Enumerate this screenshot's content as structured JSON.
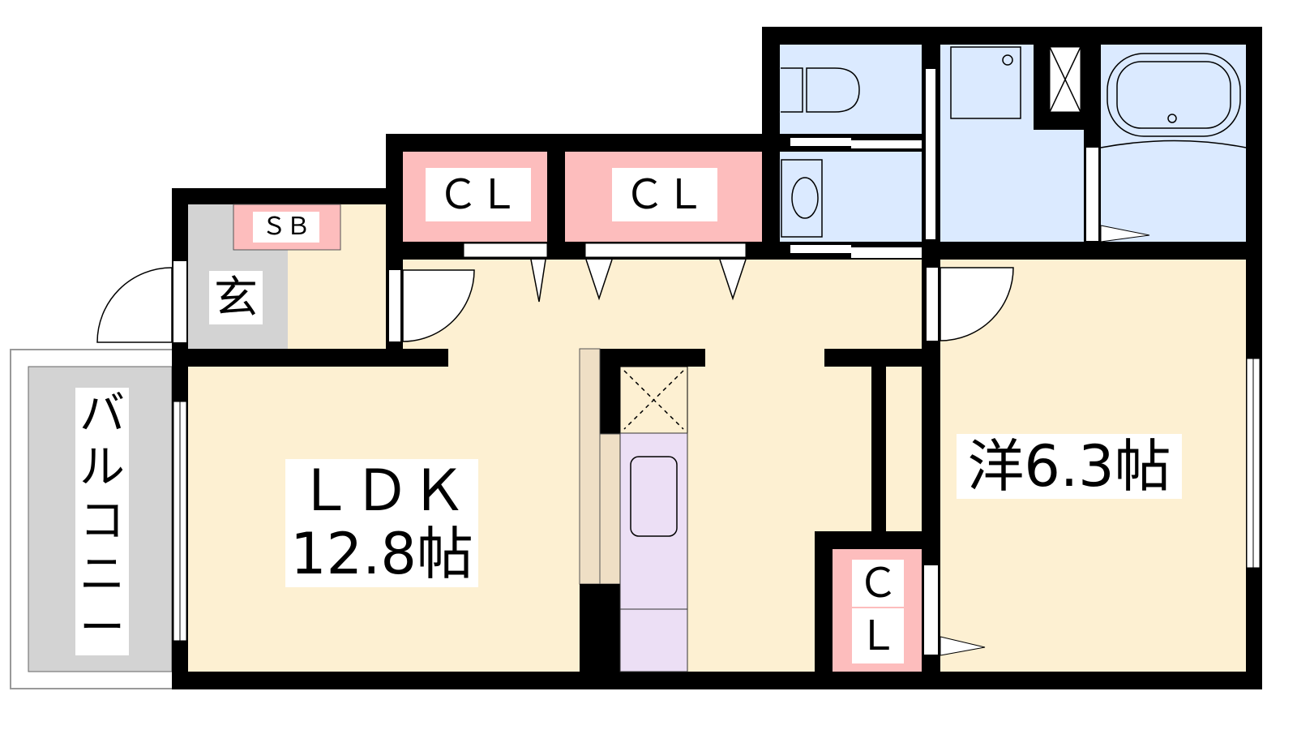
{
  "rooms": {
    "closet_1": "ＣＬ",
    "closet_2": "ＣＬ",
    "closet_3_top": "Ｃ",
    "closet_3_bottom": "Ｌ",
    "shoe_box": "ＳＢ",
    "entrance": "玄",
    "balcony": [
      "バ",
      "ル",
      "コ",
      "ニ",
      "ー"
    ],
    "ldk_name": "ＬＤＫ",
    "ldk_size": "12.8帖",
    "western_room": "洋6.3帖"
  },
  "colors": {
    "wall": "#000000",
    "floor": "#fdf0d2",
    "closet": "#fdbdbd",
    "wet_area": "#dbeaff",
    "entrance": "#d3d3d3",
    "kitchen": "#ecdff5",
    "counter": "#efdfc5"
  }
}
